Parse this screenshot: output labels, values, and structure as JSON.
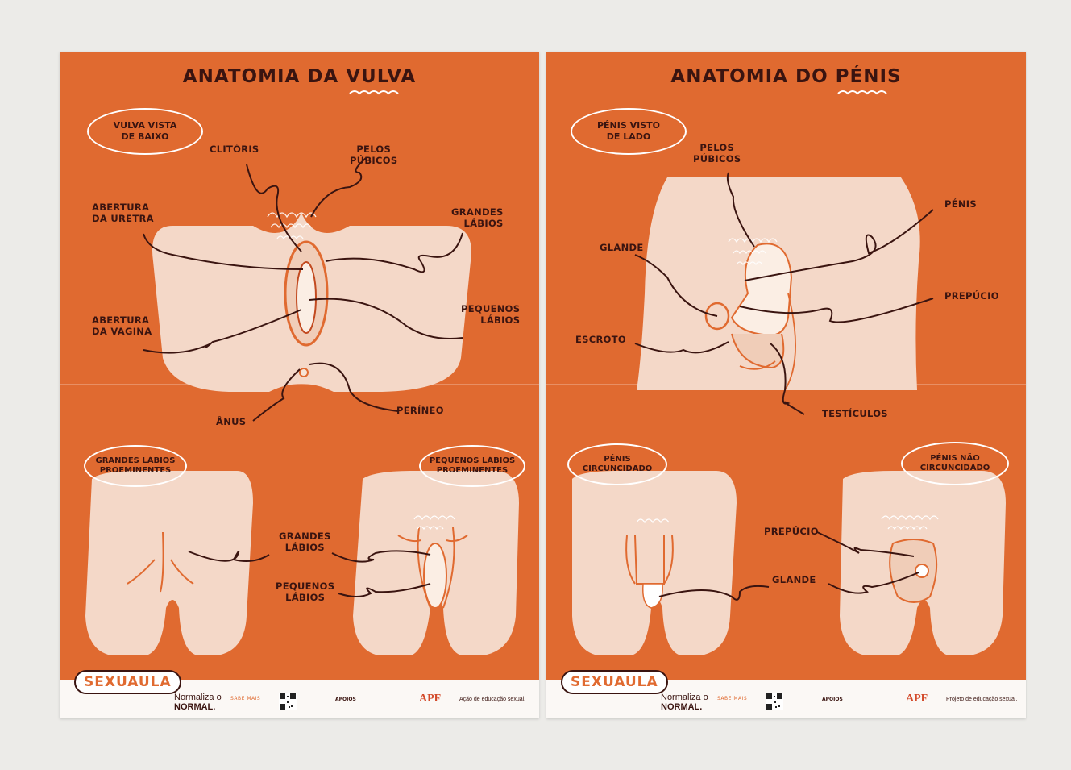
{
  "left": {
    "title": "ANATOMIA DA VULVA",
    "view_bubble": "VULVA VISTA\nDE BAIXO",
    "labels": {
      "clitoris": "CLITÓRIS",
      "pelos": "PELOS\nPÚBICOS",
      "uretra": "ABERTURA\nDA URETRA",
      "grandes": "GRANDES\nLÁBIOS",
      "pequenos": "PEQUENOS\nLÁBIOS",
      "vagina": "ABERTURA\nDA VAGINA",
      "anus": "ÂNUS",
      "perineo": "PERÍNEO",
      "grandes2": "GRANDES\nLÁBIOS",
      "pequenos2": "PEQUENOS\nLÁBIOS"
    },
    "bubble_grandes": "GRANDES LÁBIOS\nPROEMINENTES",
    "bubble_pequenos": "PEQUENOS LÁBIOS\nPROEMINENTES",
    "footer": {
      "logo": "SEXUAULA",
      "tag_1": "Normaliza o",
      "tag_2": "NORMAL.",
      "sabe_mais": "SABE MAIS",
      "apoios": "APOIOS",
      "apf": "APF",
      "acao": "Ação de educação sexual."
    }
  },
  "right": {
    "title": "ANATOMIA DO PÉNIS",
    "view_bubble": "PÉNIS VISTO\nDE LADO",
    "labels": {
      "pelos": "PELOS\nPÚBICOS",
      "penis": "PÉNIS",
      "glande": "GLANDE",
      "prepucio": "PREPÚCIO",
      "escroto": "ESCROTO",
      "testiculos": "TESTÍCULOS",
      "prepucio2": "PREPÚCIO",
      "glande2": "GLANDE"
    },
    "bubble_circ": "PÉNIS\nCIRCUNCIDADO",
    "bubble_nao_circ": "PÉNIS NÃO\nCIRCUNCIDADO",
    "footer": {
      "logo": "SEXUAULA",
      "tag_1": "Normaliza o",
      "tag_2": "NORMAL.",
      "sabe_mais": "SABE MAIS",
      "apoios": "APOIOS",
      "apf": "APF",
      "acao": "Projeto de educação sexual."
    }
  },
  "colors": {
    "poster": "#e06a30",
    "skin": "#f4d8c8",
    "dark": "#3a1410",
    "wall": "#ecebe8"
  }
}
